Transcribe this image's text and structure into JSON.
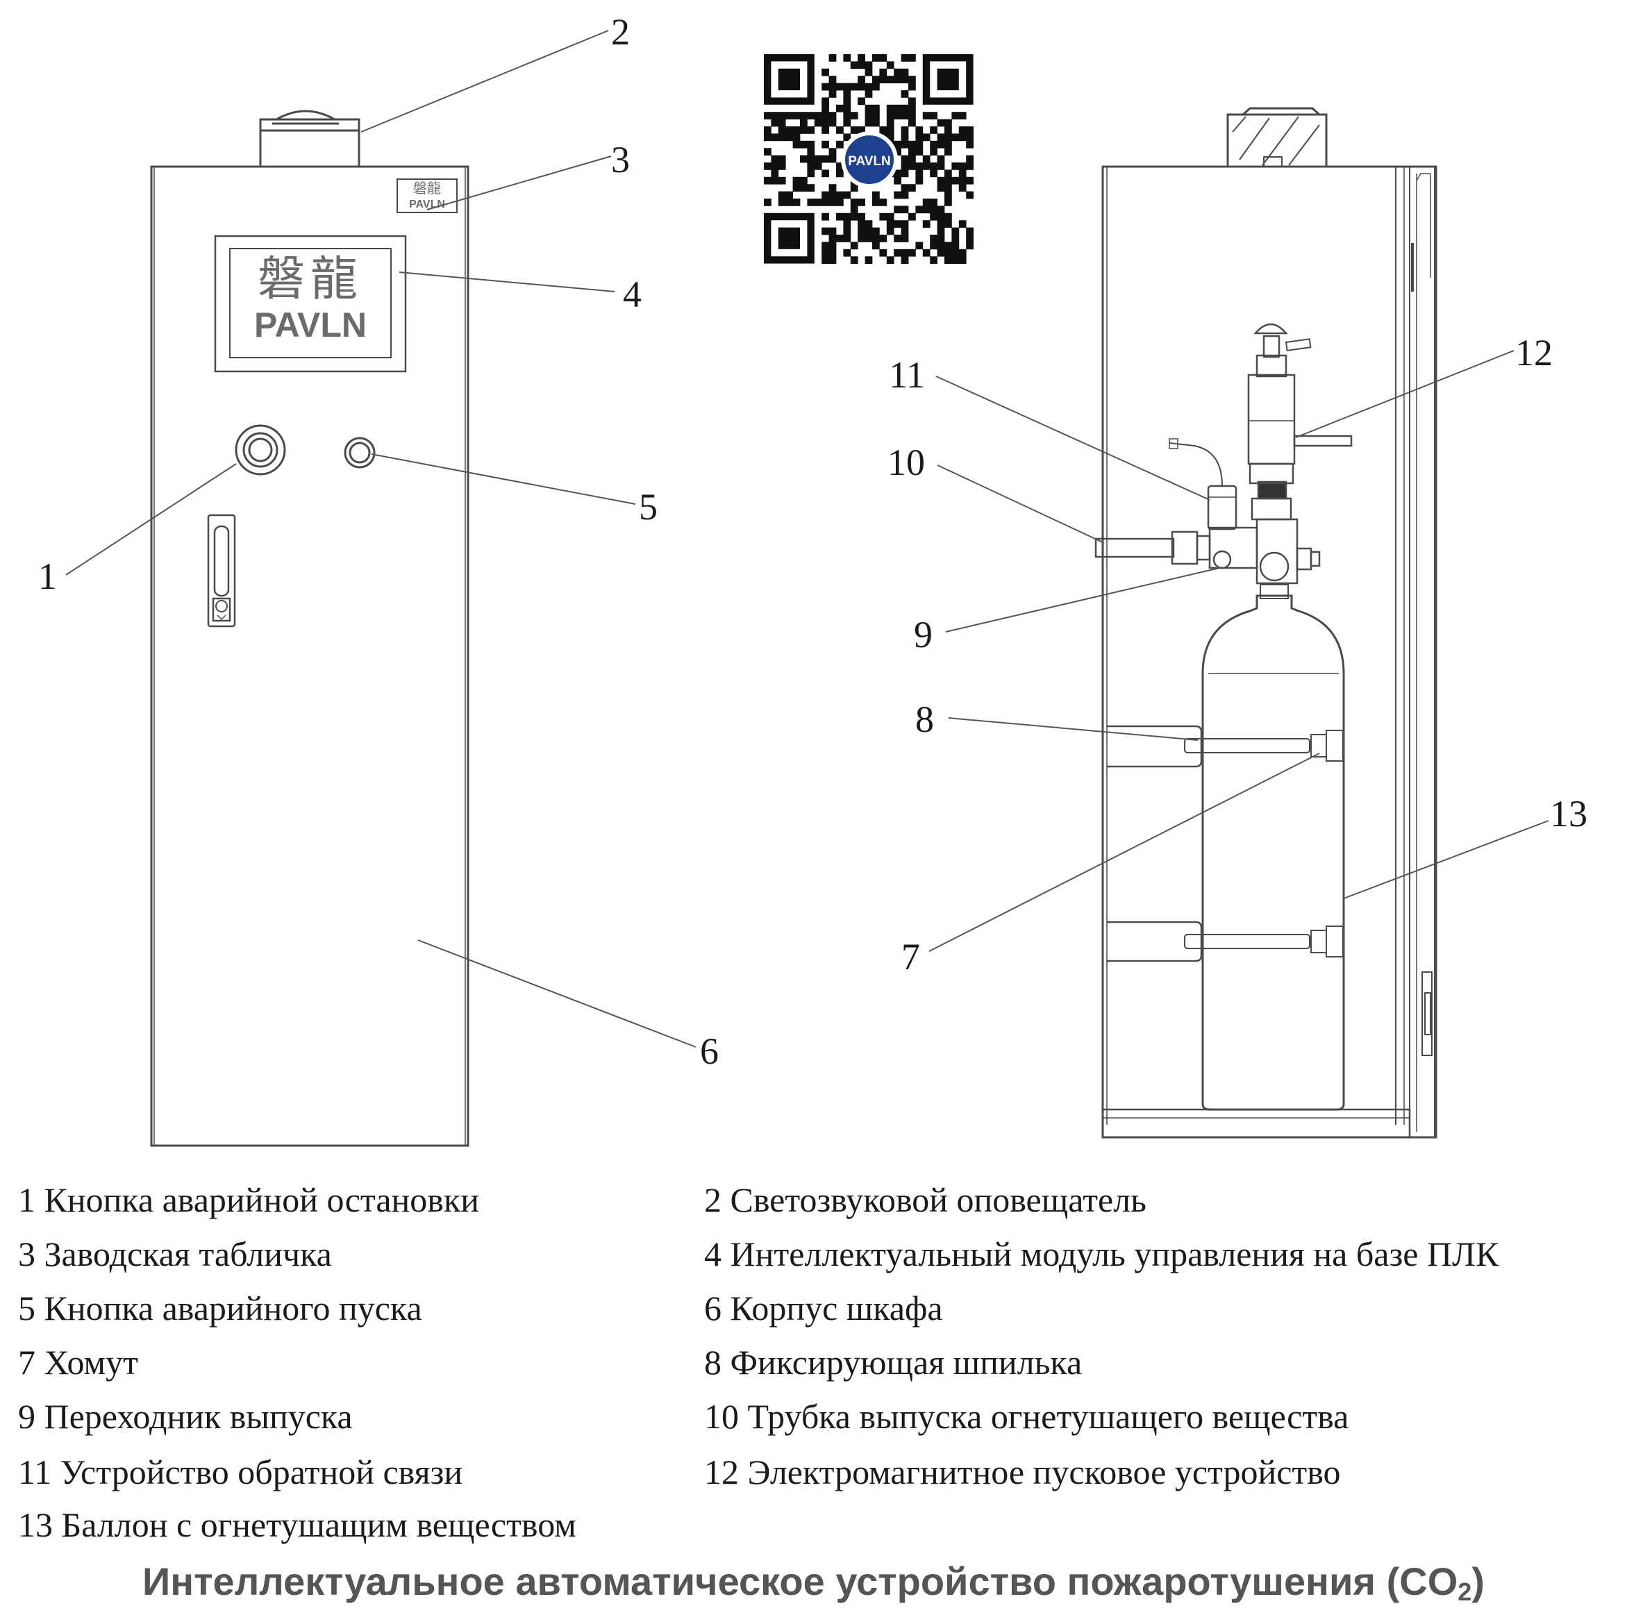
{
  "callout_numbers": [
    "1",
    "2",
    "3",
    "4",
    "5",
    "6",
    "7",
    "8",
    "9",
    "10",
    "11",
    "12",
    "13"
  ],
  "logo": {
    "chinese": "磐龍",
    "latin": "PAVLN"
  },
  "legend": [
    "1 Кнопка аварийной остановки",
    "2 Светозвуковой оповещатель",
    "3 Заводская табличка",
    "4 Интеллектуальный модуль управления на базе ПЛК",
    "5 Кнопка аварийного пуска",
    "6 Корпус шкафа",
    "7 Хомут",
    "8 Фиксирующая шпилька",
    "9 Переходник выпуска",
    "10 Трубка выпуска огнетушащего вещества",
    "11 Устройство обратной связи",
    "12 Электромагнитное пусковое устройство",
    "13 Баллон с огнетушащим веществом"
  ],
  "caption": {
    "main": "Интеллектуальное автоматическое устройство пожаротушения (CO",
    "sub": "2",
    "end": ")"
  },
  "colors": {
    "line": "#4a4a4a",
    "logo_grey": "#6b6b6b",
    "qr_badge": "#1f3f8f",
    "caption": "#555555"
  }
}
